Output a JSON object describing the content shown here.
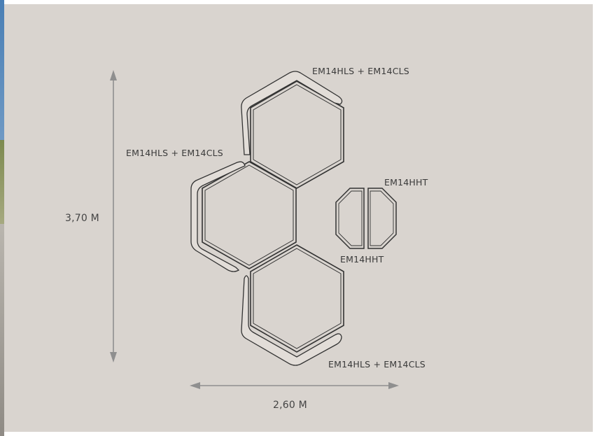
{
  "colors": {
    "background": "#d9d4cf",
    "line": "#333333",
    "arrow": "#8f8f8f"
  },
  "labels": {
    "module_top": "EM14HLS + EM14CLS",
    "module_left": "EM14HLS + EM14CLS",
    "module_bottom": "EM14HLS + EM14CLS",
    "module_side_top": "EM14HHT",
    "module_side_bottom": "EM14HHT"
  },
  "dimensions": {
    "height": "3,70 M",
    "width": "2,60 M"
  }
}
